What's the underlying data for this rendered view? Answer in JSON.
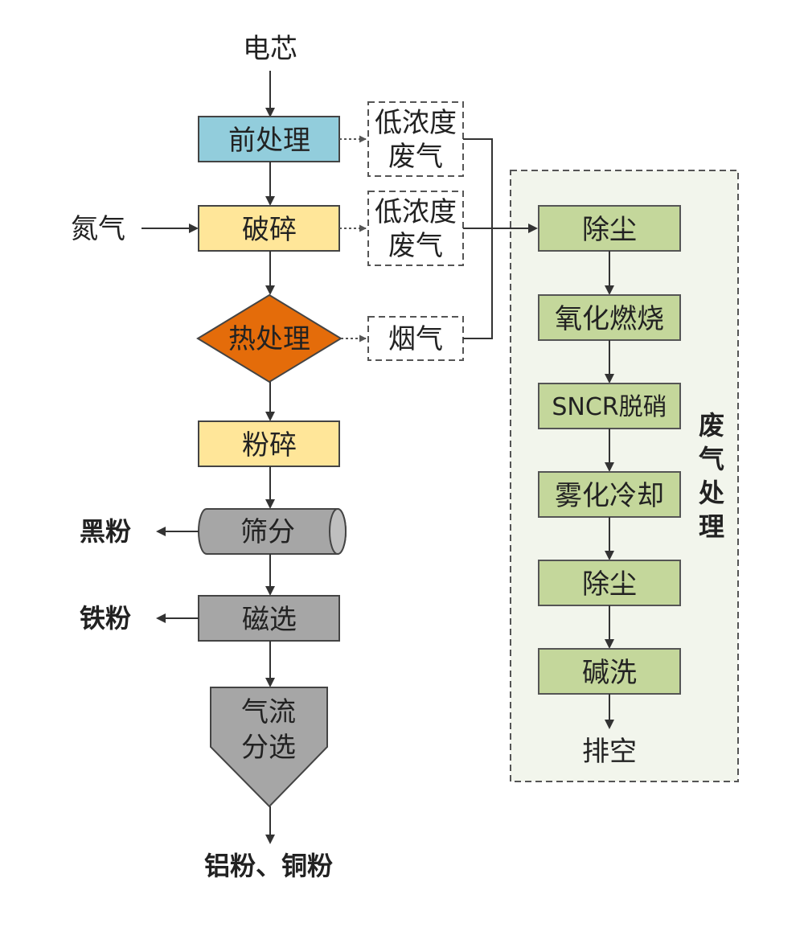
{
  "inputs": {
    "cell": "电芯",
    "nitrogen": "氮气"
  },
  "main": {
    "pretreatment": "前处理",
    "crushing": "破碎",
    "heat_treatment": "热处理",
    "pulverizing": "粉碎",
    "screening": "筛分",
    "magnetic_sep": "磁选",
    "airflow_sep_line1": "气流",
    "airflow_sep_line2": "分选"
  },
  "outputs": {
    "black_powder": "黑粉",
    "iron_powder": "铁粉",
    "al_cu_powder": "铝粉、铜粉"
  },
  "emissions": {
    "low_conc_line1": "低浓度",
    "low_conc_line2": "废气",
    "flue_gas": "烟气"
  },
  "gas_treatment": {
    "title_chars": [
      "废",
      "气",
      "处",
      "理"
    ],
    "steps": [
      "除尘",
      "氧化燃烧",
      "SNCR脱硝",
      "雾化冷却",
      "除尘",
      "碱洗"
    ],
    "exhaust": "排空"
  },
  "colors": {
    "pretreatment": "#92CDDC",
    "crushing": "#FFE699",
    "heat_treatment": "#E46C0A",
    "screening": "#A6A6A6",
    "magnetic": "#A6A6A6",
    "gas_box_bg": "#F2F5EC",
    "gas_step": "#C4D79B"
  }
}
